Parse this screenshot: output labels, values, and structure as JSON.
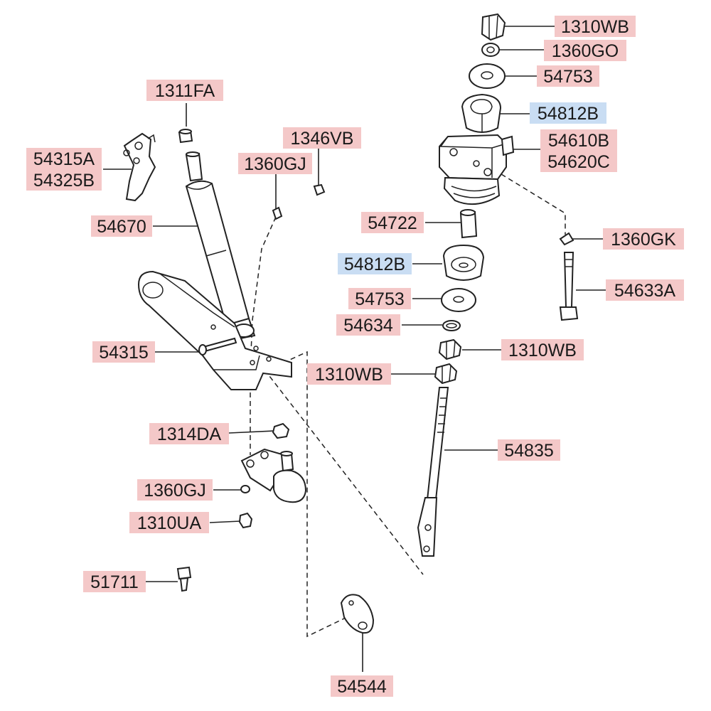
{
  "colors": {
    "label_bg_default": "#f4c8c8",
    "label_bg_highlight": "#c9ddf3",
    "line": "#222222"
  },
  "labels": {
    "l_1310wb_top": "1310WB",
    "l_1360go": "1360GO",
    "l_54753_top": "54753",
    "l_54812b_top": "54812B",
    "l_54610b": "54610B",
    "l_54620c": "54620C",
    "l_1311fa": "1311FA",
    "l_1346vb": "1346VB",
    "l_1360gj_top": "1360GJ",
    "l_54315a": "54315A",
    "l_54325b": "54325B",
    "l_54670": "54670",
    "l_54722": "54722",
    "l_1360gk": "1360GK",
    "l_54812b_mid": "54812B",
    "l_54633a": "54633A",
    "l_54753_mid": "54753",
    "l_54634": "54634",
    "l_1310wb_mid": "1310WB",
    "l_54315": "54315",
    "l_1310wb_low": "1310WB",
    "l_1314da": "1314DA",
    "l_54835": "54835",
    "l_1360gj_low": "1360GJ",
    "l_1310ua": "1310UA",
    "l_51711": "51711",
    "l_54544": "54544"
  },
  "highlighted": [
    "l_54812b_top",
    "l_54812b_mid"
  ]
}
